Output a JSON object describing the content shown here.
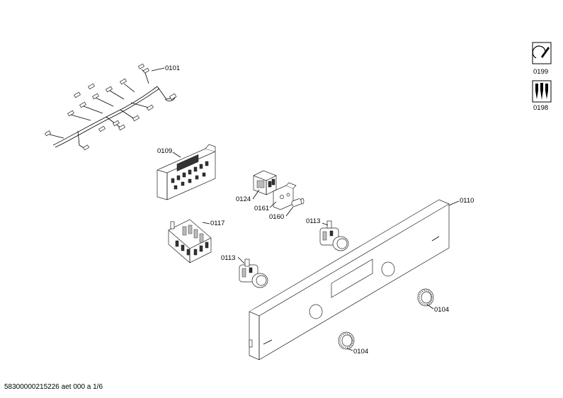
{
  "callouts": {
    "c0101": "0101",
    "c0109": "0109",
    "c0124": "0124",
    "c0161": "0161",
    "c0160": "0160",
    "c0110": "0110",
    "c0117": "0117",
    "c0113a": "0113",
    "c0113b": "0113",
    "c0104a": "0104",
    "c0104b": "0104",
    "c0199": "0199",
    "c0198": "0198"
  },
  "footer": {
    "text": "58300000215226 aet 000 a 1/6"
  },
  "icons": {
    "service": "wrench-service-icon",
    "tools": "screwdriver-tools-icon"
  },
  "colors": {
    "line": "#000000",
    "background": "#ffffff"
  }
}
